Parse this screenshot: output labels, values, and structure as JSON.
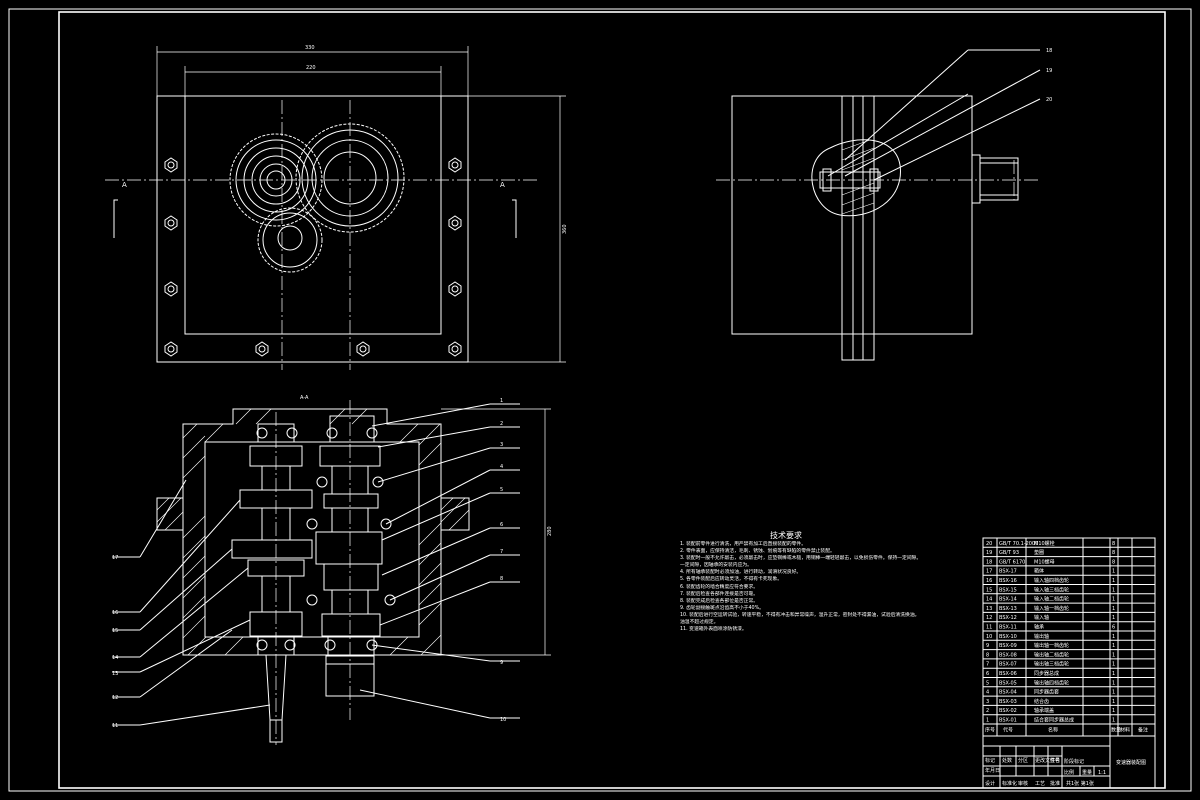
{
  "views": {
    "top": {
      "dims": {
        "outer_width": "330",
        "inner_width": "220",
        "height": "360"
      },
      "section_label_left": "A",
      "section_label_right": "A"
    },
    "section": {
      "title": "A-A",
      "height_dim": "280",
      "part_labels": [
        "1",
        "2",
        "3",
        "4",
        "5",
        "6",
        "7",
        "8",
        "9",
        "10",
        "11",
        "12",
        "13",
        "14",
        "15",
        "16",
        "17"
      ]
    },
    "side": {
      "part_labels": [
        "18",
        "19",
        "20"
      ]
    }
  },
  "tech_requirements": {
    "title": "技术要求",
    "items": [
      "1. 装配前零件进行清洗，用严禁有加工后直接装配的零件。",
      "2. 零件表面，应保持清洁，毛刺、锈蚀、划痕等有缺陷的零件禁止装配。",
      "3. 装配时一般不允许敲击，必须敲击时，应垫铜棒或木槌，用铜棒一端轻轻敲击，以免损伤零件。保持一定间隙。",
      "   一定间隙，因轴承的安装内应为。",
      "4. 所有轴承装配时必须加油，进行转动，润滑状况良好。",
      "5. 各零件装配后应转动灵活，不得有卡死现象。",
      "6. 装配齿轮的啮合精度应符合要求。",
      "7. 装配后检查各部件连接是否可靠。",
      "8. 装配完成后检查各部位是否正常。",
      "9. 齿轮副接触斑点沿齿高不小于40%。",
      "10. 装配后进行空运转试验，转速平稳，不得有冲击和异常噪声，温升正常，密封处不得漏油，试验后清洗换油。",
      "   油温不超过规定。",
      "11. 变速箱外表面喷涂防锈漆。"
    ]
  },
  "bom": {
    "rows": [
      {
        "no": "20",
        "code": "GB/T 70.1-2000",
        "name": "M10螺栓",
        "qty": "8"
      },
      {
        "no": "19",
        "code": "GB/T 93",
        "name": "垫圈",
        "qty": "8"
      },
      {
        "no": "18",
        "code": "GB/T 6170",
        "name": "M10螺母",
        "qty": "8"
      },
      {
        "no": "17",
        "code": "BSX-17",
        "name": "箱体",
        "qty": "1"
      },
      {
        "no": "16",
        "code": "BSX-16",
        "name": "输入轴四档齿轮",
        "qty": "1"
      },
      {
        "no": "15",
        "code": "BSX-15",
        "name": "输入轴三档齿轮",
        "qty": "1"
      },
      {
        "no": "14",
        "code": "BSX-14",
        "name": "输入轴二档齿轮",
        "qty": "1"
      },
      {
        "no": "13",
        "code": "BSX-13",
        "name": "输入轴一档齿轮",
        "qty": "1"
      },
      {
        "no": "12",
        "code": "BSX-12",
        "name": "输入轴",
        "qty": "1"
      },
      {
        "no": "11",
        "code": "BSX-11",
        "name": "轴承",
        "qty": "6"
      },
      {
        "no": "10",
        "code": "BSX-10",
        "name": "输出轴",
        "qty": "1"
      },
      {
        "no": "9",
        "code": "BSX-09",
        "name": "输出轴一档齿轮",
        "qty": "1"
      },
      {
        "no": "8",
        "code": "BSX-08",
        "name": "输出轴二档齿轮",
        "qty": "1"
      },
      {
        "no": "7",
        "code": "BSX-07",
        "name": "输出轴三档齿轮",
        "qty": "1"
      },
      {
        "no": "6",
        "code": "BSX-06",
        "name": "同步器总成",
        "qty": "1"
      },
      {
        "no": "5",
        "code": "BSX-05",
        "name": "输出轴四档齿轮",
        "qty": "1"
      },
      {
        "no": "4",
        "code": "BSX-04",
        "name": "同步器齿套",
        "qty": "1"
      },
      {
        "no": "3",
        "code": "BSX-03",
        "name": "结合齿",
        "qty": "1"
      },
      {
        "no": "2",
        "code": "BSX-02",
        "name": "轴承端盖",
        "qty": "1"
      },
      {
        "no": "1",
        "code": "BSX-01",
        "name": "结合套同步器总成",
        "qty": "1"
      }
    ],
    "header": {
      "no": "序号",
      "code": "代号",
      "name": "名称",
      "qty": "数量",
      "mat": "材料",
      "note": "备注"
    }
  },
  "title_block": {
    "drawing_name": "变速器装配图",
    "scale": "1:1",
    "sheet": "共1张 第1张",
    "labels": [
      "标记",
      "处数",
      "分区",
      "更改文件号",
      "签名",
      "年月日",
      "设计",
      "标准化",
      "阶段标记",
      "重量",
      "比例",
      "审核",
      "工艺",
      "批准"
    ]
  }
}
